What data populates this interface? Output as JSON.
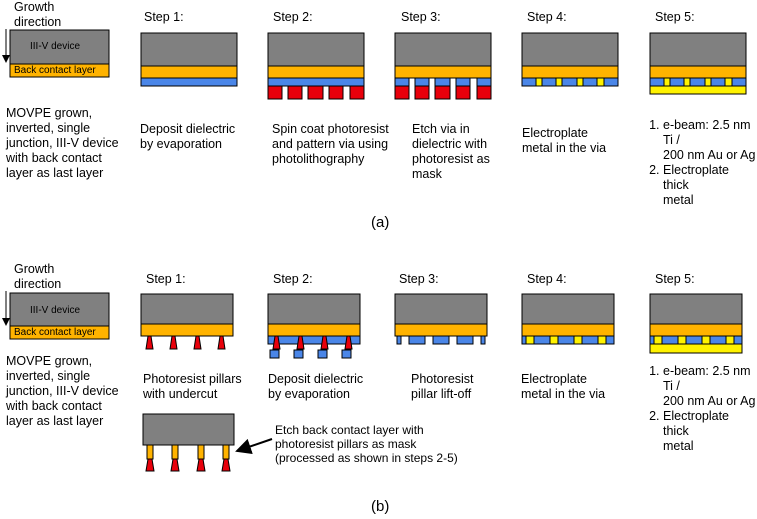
{
  "colors": {
    "device": "#808080",
    "back_contact": "#FFB300",
    "dielectric": "#4A86E8",
    "photoresist": "#E8000B",
    "metal": "#FFF200",
    "outline": "#000000"
  },
  "panel_a": {
    "growth_direction": "Growth\ndirection",
    "device_label": "III-V device",
    "back_contact_label": "Back contact layer",
    "intro_text": "MOVPE grown,\ninverted, single\njunction, III-V device\nwith back contact\nlayer as last layer",
    "steps": [
      {
        "title": "Step 1:",
        "text": "Deposit dielectric\nby evaporation"
      },
      {
        "title": "Step 2:",
        "text": "Spin coat photoresist\nand pattern via using\nphotolithography"
      },
      {
        "title": "Step 3:",
        "text": "Etch via in\ndielectric with\nphotoresist as\nmask"
      },
      {
        "title": "Step 4:",
        "text": "Electroplate\nmetal in the via"
      },
      {
        "title": "Step 5:",
        "list": [
          "e-beam: 2.5 nm Ti /\n200 nm Au or Ag",
          "Electroplate thick\nmetal"
        ]
      }
    ],
    "caption": "(a)"
  },
  "panel_b": {
    "growth_direction": "Growth\ndirection",
    "device_label": "III-V device",
    "back_contact_label": "Back contact layer",
    "intro_text": "MOVPE grown,\ninverted, single\njunction, III-V device\nwith back contact\nlayer as last layer",
    "steps": [
      {
        "title": "Step 1:",
        "text": "Photoresist pillars\nwith undercut"
      },
      {
        "title": "Step 2:",
        "text": "Deposit dielectric\nby evaporation"
      },
      {
        "title": "Step 3:",
        "text": "Photoresist\npillar lift-off"
      },
      {
        "title": "Step 4:",
        "text": "Electroplate\nmetal in the via"
      },
      {
        "title": "Step 5:",
        "list": [
          "e-beam: 2.5 nm Ti /\n200 nm Au or Ag",
          "Electroplate thick\nmetal"
        ]
      }
    ],
    "etch_note": "Etch back contact layer with\nphotoresist pillars as mask\n(processed as shown in steps 2-5)",
    "caption": "(b)"
  }
}
